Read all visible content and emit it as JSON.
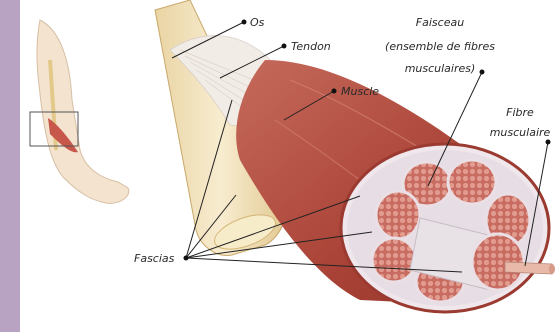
{
  "labels": {
    "bone": "Os",
    "tendon": "Tendon",
    "muscle": "Muscle",
    "fascicle_line1": "Faisceau",
    "fascicle_line2": "(ensemble de fibres",
    "fascicle_line3": "musculaires)",
    "fiber_line1": "Fibre",
    "fiber_line2": "musculaire",
    "fascias": "Fascias"
  },
  "colors": {
    "frame": "#b8a4c2",
    "panel": "#ffffff",
    "bone": "#f3e2bb",
    "tendon": "#f1ece6",
    "muscle": "#bf5b4e",
    "fascicle": "#c96f66",
    "fascia": "#e8e2e7",
    "fiber": "#e8b9a8"
  }
}
